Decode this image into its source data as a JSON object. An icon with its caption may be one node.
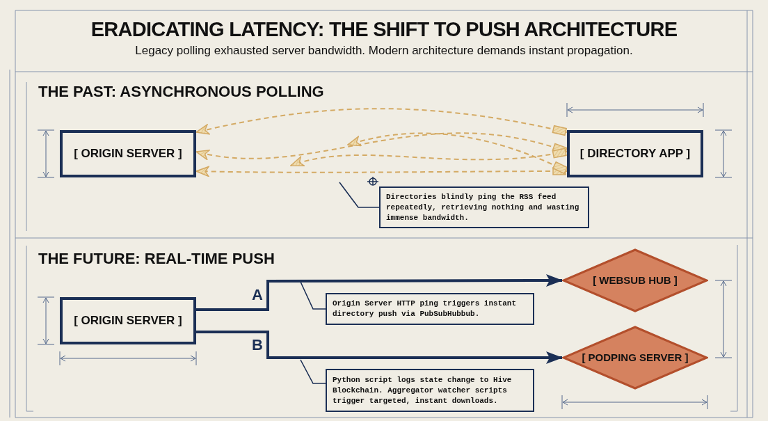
{
  "diagram": {
    "title": "ERADICATING LATENCY: THE SHIFT TO PUSH ARCHITECTURE",
    "caption": "Legacy polling exhausted server bandwidth. Modern architecture demands instant propagation.",
    "nodes": [
      {
        "text": [
          "[ ORIGIN SERVER ]"
        ]
      },
      {
        "text": [
          "[ DIRECTORY APP ]"
        ]
      },
      {
        "text": [
          "Directories blindly ping the RSS feed repeatedly, retrieving nothing and wasting immense bandwidth."
        ]
      },
      {
        "text": [
          "[ ORIGIN SERVER ]"
        ]
      },
      {
        "text": [
          "[ WEBSUB HUB ]"
        ]
      },
      {
        "text": [
          "[ PODPING SERVER ]"
        ]
      },
      {
        "text": [
          "Origin Server HTTP ping triggers instant directory push via PubSubHubbub."
        ]
      },
      {
        "text": [
          "Python script logs state change to Hive Blockchain. Aggregator watcher scripts trigger targeted, instant downloads."
        ]
      }
    ],
    "edges": [
      {
        "from": 1,
        "to": 0,
        "arrow": "to",
        "style": "dashed",
        "color": "#d4aa64"
      },
      {
        "from": 1,
        "to": 0,
        "arrow": "to",
        "style": "dashed",
        "color": "#d4aa64"
      },
      {
        "from": 1,
        "to": 0,
        "arrow": "to",
        "style": "dashed",
        "color": "#d4aa64"
      },
      {
        "from": 1,
        "to": null,
        "arrow": "to",
        "style": "dashed",
        "color": "#d4aa64"
      },
      {
        "from": 1,
        "to": null,
        "arrow": "to",
        "style": "dashed",
        "color": "#d4aa64"
      },
      {
        "from": 3,
        "to": 4,
        "arrow": "to",
        "style": "thick",
        "color": "#1b2f55",
        "label": "A"
      },
      {
        "from": 3,
        "to": 5,
        "arrow": "to",
        "style": "thick",
        "color": "#1b2f55",
        "label": "B"
      },
      {
        "from": 2,
        "to": null,
        "arrow": "none",
        "color": "#1b2f55"
      },
      {
        "from": 6,
        "to": null,
        "arrow": "none",
        "color": "#1b2f55"
      },
      {
        "from": 7,
        "to": null,
        "arrow": "none",
        "color": "#1b2f55"
      }
    ],
    "labels": [
      "THE PAST: ASYNCHRONOUS POLLING",
      "THE FUTURE: REAL-TIME PUSH"
    ]
  }
}
